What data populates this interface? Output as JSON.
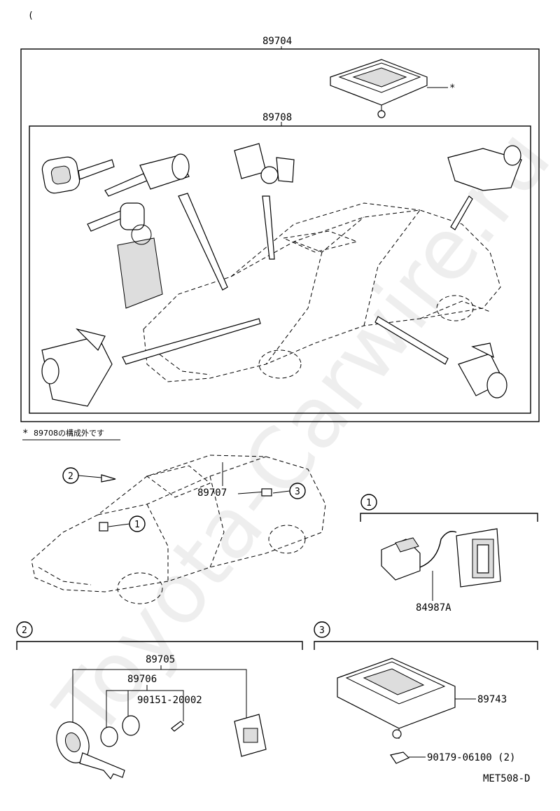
{
  "watermark": "Toyota-Carwire.ru",
  "corner_mark": "(",
  "top_group": {
    "outer_part_no": "89704",
    "inner_part_no": "89708",
    "note_marker": "*",
    "note_text": "89708の構成外です"
  },
  "vehicle_view": {
    "label": "89707",
    "callouts": [
      "1",
      "2",
      "3"
    ]
  },
  "detail_1": {
    "callout": "1",
    "part_no": "84987A"
  },
  "detail_2": {
    "callout": "2",
    "part_nos": [
      "89705",
      "89706",
      "90151-20002"
    ]
  },
  "detail_3": {
    "callout": "3",
    "part_nos": [
      "89743",
      "90179-06100 (2)"
    ]
  },
  "figure_code": "MET508-D"
}
